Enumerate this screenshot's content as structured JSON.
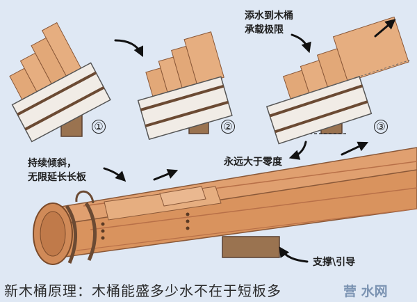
{
  "labels": {
    "top_line1": "添水到木桶",
    "top_line2": "承载极限",
    "left_line1": "持续倾斜，",
    "left_line2": "无限延长长板",
    "middle": "永远大于零度",
    "support": "支撑\\引导"
  },
  "steps": [
    "①",
    "②",
    "③"
  ],
  "footer": "新木桶原理：木桶能盛多少水不在于短板多",
  "watermark": "营 水网",
  "colors": {
    "background": "#dfe8f4",
    "wood": "#e0a070",
    "wood_dark": "#b87048",
    "bucket_white": "#f1ece6",
    "band": "#6b4a33",
    "support": "#9a7350"
  }
}
